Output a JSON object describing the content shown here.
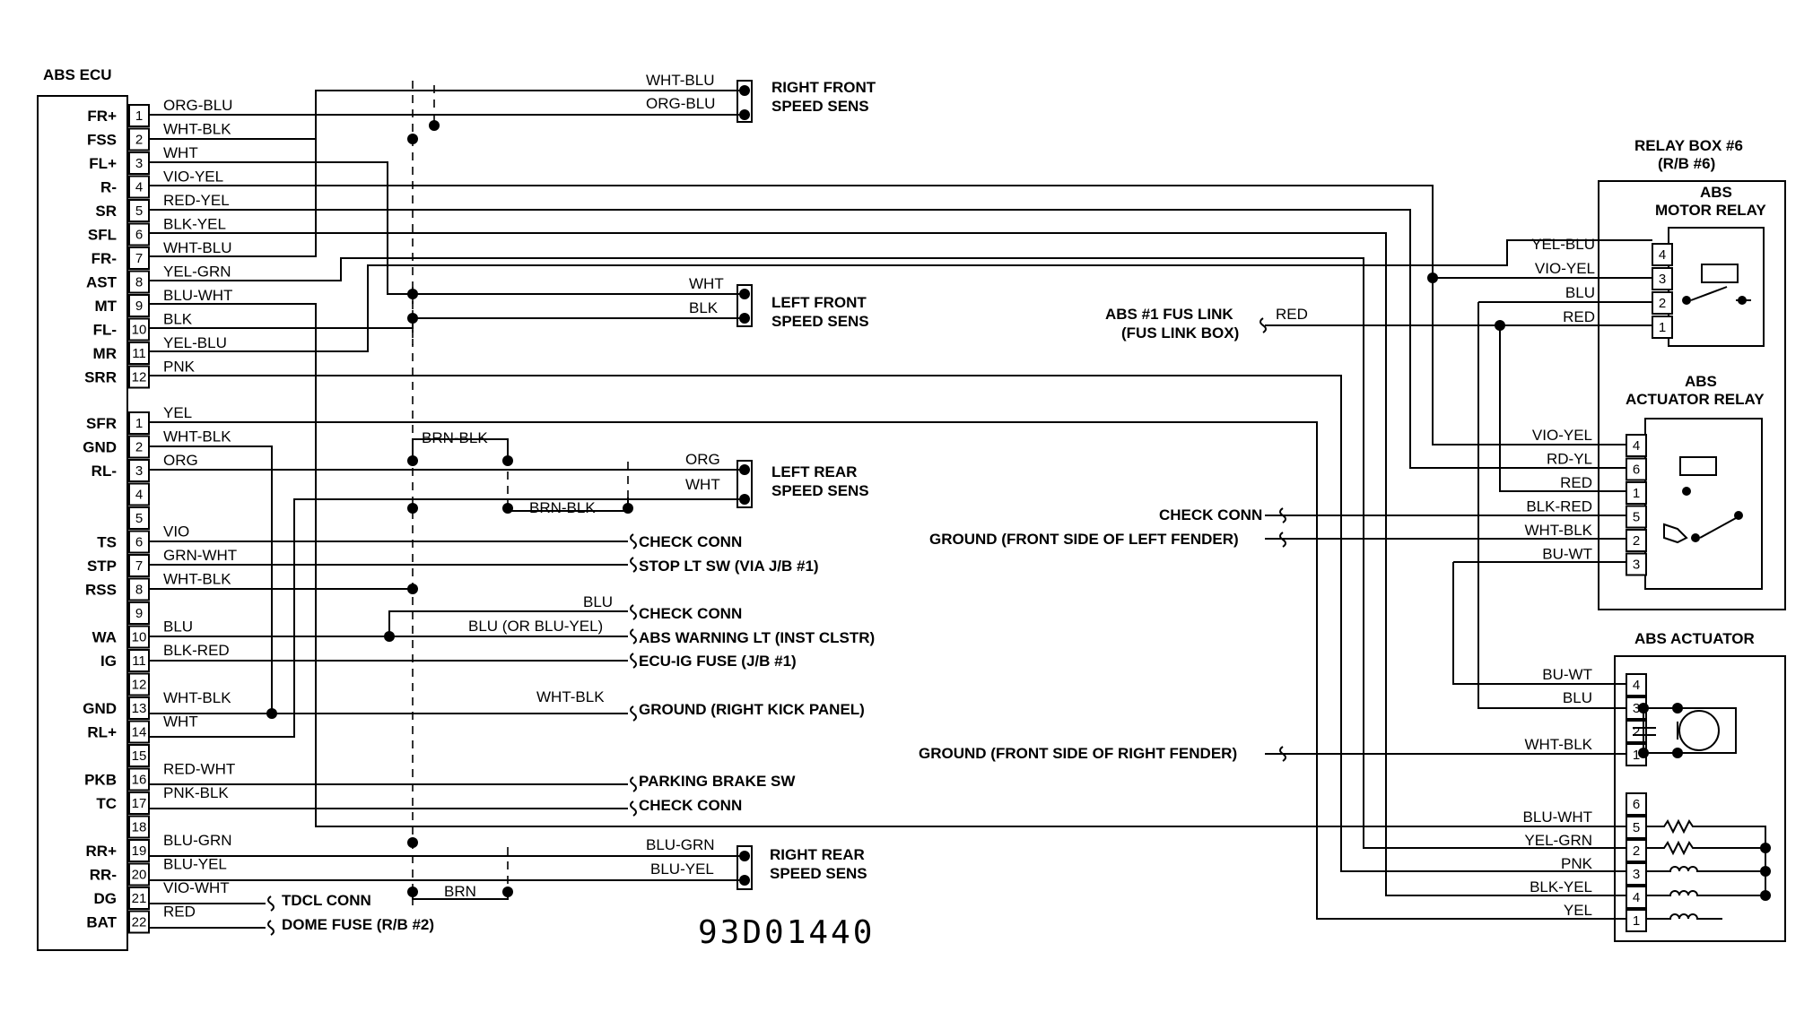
{
  "ecu": {
    "title": "ABS ECU",
    "connector_a": [
      {
        "pin": "1",
        "term": "FR+",
        "wire": "ORG-BLU"
      },
      {
        "pin": "2",
        "term": "FSS",
        "wire": "WHT-BLK"
      },
      {
        "pin": "3",
        "term": "FL+",
        "wire": "WHT"
      },
      {
        "pin": "4",
        "term": "R-",
        "wire": "VIO-YEL"
      },
      {
        "pin": "5",
        "term": "SR",
        "wire": "RED-YEL"
      },
      {
        "pin": "6",
        "term": "SFL",
        "wire": "BLK-YEL"
      },
      {
        "pin": "7",
        "term": "FR-",
        "wire": "WHT-BLU"
      },
      {
        "pin": "8",
        "term": "AST",
        "wire": "YEL-GRN"
      },
      {
        "pin": "9",
        "term": "MT",
        "wire": "BLU-WHT"
      },
      {
        "pin": "10",
        "term": "FL-",
        "wire": "BLK"
      },
      {
        "pin": "11",
        "term": "MR",
        "wire": "YEL-BLU"
      },
      {
        "pin": "12",
        "term": "SRR",
        "wire": "PNK"
      }
    ],
    "connector_b": [
      {
        "pin": "1",
        "term": "SFR",
        "wire": "YEL"
      },
      {
        "pin": "2",
        "term": "GND",
        "wire": "WHT-BLK"
      },
      {
        "pin": "3",
        "term": "RL-",
        "wire": "ORG"
      },
      {
        "pin": "4",
        "term": "",
        "wire": ""
      },
      {
        "pin": "5",
        "term": "",
        "wire": ""
      },
      {
        "pin": "6",
        "term": "TS",
        "wire": "VIO"
      },
      {
        "pin": "7",
        "term": "STP",
        "wire": "GRN-WHT"
      },
      {
        "pin": "8",
        "term": "RSS",
        "wire": "WHT-BLK"
      },
      {
        "pin": "9",
        "term": "",
        "wire": ""
      },
      {
        "pin": "10",
        "term": "WA",
        "wire": "BLU"
      },
      {
        "pin": "11",
        "term": "IG",
        "wire": "BLK-RED"
      },
      {
        "pin": "12",
        "term": "",
        "wire": ""
      },
      {
        "pin": "13",
        "term": "GND",
        "wire": "WHT-BLK"
      },
      {
        "pin": "14",
        "term": "RL+",
        "wire": "WHT"
      },
      {
        "pin": "15",
        "term": "",
        "wire": ""
      },
      {
        "pin": "16",
        "term": "PKB",
        "wire": "RED-WHT"
      },
      {
        "pin": "17",
        "term": "TC",
        "wire": "PNK-BLK"
      },
      {
        "pin": "18",
        "term": "",
        "wire": ""
      },
      {
        "pin": "19",
        "term": "RR+",
        "wire": "BLU-GRN"
      },
      {
        "pin": "20",
        "term": "RR-",
        "wire": "BLU-YEL"
      },
      {
        "pin": "21",
        "term": "DG",
        "wire": "VIO-WHT"
      },
      {
        "pin": "22",
        "term": "BAT",
        "wire": "RED"
      }
    ]
  },
  "sensors": {
    "right_front": {
      "line1": "RIGHT FRONT",
      "line2": "SPEED SENS",
      "wire_top": "WHT-BLU",
      "wire_bottom": "ORG-BLU"
    },
    "left_front": {
      "line1": "LEFT FRONT",
      "line2": "SPEED SENS",
      "wire_top": "WHT",
      "wire_bottom": "BLK"
    },
    "left_rear": {
      "line1": "LEFT REAR",
      "line2": "SPEED SENS",
      "wire_top": "ORG",
      "wire_bottom": "WHT",
      "shield_top": "BRN-BLK",
      "shield_bottom": "BRN-BLK"
    },
    "right_rear": {
      "line1": "RIGHT REAR",
      "line2": "SPEED SENS",
      "wire_top": "BLU-GRN",
      "wire_bottom": "BLU-YEL",
      "shield": "BRN"
    }
  },
  "destinations": {
    "check_conn_1": "CHECK CONN",
    "stop_lt_sw": "STOP LT SW (VIA J/B #1)",
    "check_conn_2": "CHECK CONN",
    "check_conn_2_wire": "BLU",
    "abs_warning": "ABS WARNING LT (INST CLSTR)",
    "abs_warning_wire": "BLU (OR BLU-YEL)",
    "ecu_ig_fuse": "ECU-IG FUSE (J/B #1)",
    "ground_kick": "GROUND (RIGHT KICK PANEL)",
    "ground_kick_wire": "WHT-BLK",
    "parking_brake": "PARKING BRAKE SW",
    "check_conn_3": "CHECK CONN",
    "tdcl_conn": "TDCL CONN",
    "dome_fuse": "DOME FUSE (R/B #2)"
  },
  "relay_box": {
    "title_line1": "RELAY BOX #6",
    "title_line2": "(R/B #6)",
    "motor_relay_line1": "ABS",
    "motor_relay_line2": "MOTOR RELAY",
    "motor_relay_pins": [
      {
        "pin": "4",
        "wire": "YEL-BLU"
      },
      {
        "pin": "3",
        "wire": "VIO-YEL"
      },
      {
        "pin": "2",
        "wire": "BLU"
      },
      {
        "pin": "1",
        "wire": "RED"
      }
    ],
    "actuator_relay_line1": "ABS",
    "actuator_relay_line2": "ACTUATOR RELAY",
    "actuator_relay_pins": [
      {
        "pin": "4",
        "wire": "VIO-YEL"
      },
      {
        "pin": "6",
        "wire": "RD-YL"
      },
      {
        "pin": "1",
        "wire": "RED"
      },
      {
        "pin": "5",
        "wire": "BLK-RED"
      },
      {
        "pin": "2",
        "wire": "WHT-BLK"
      },
      {
        "pin": "3",
        "wire": "BU-WT"
      }
    ]
  },
  "fuse_link": {
    "line1": "ABS #1 FUS LINK",
    "line2": "(FUS LINK BOX)",
    "wire": "RED"
  },
  "check_conn_right": "CHECK CONN",
  "ground_left_fender": "GROUND (FRONT SIDE OF LEFT FENDER)",
  "ground_right_fender": "GROUND (FRONT SIDE OF RIGHT FENDER)",
  "actuator": {
    "title": "ABS ACTUATOR",
    "motor_pins": [
      {
        "pin": "4",
        "wire": "BU-WT"
      },
      {
        "pin": "3",
        "wire": "BLU"
      },
      {
        "pin": "2",
        "wire": ""
      },
      {
        "pin": "1",
        "wire": "WHT-BLK"
      }
    ],
    "solenoid_pins": [
      {
        "pin": "6",
        "wire": ""
      },
      {
        "pin": "5",
        "wire": "BLU-WHT"
      },
      {
        "pin": "2",
        "wire": "YEL-GRN"
      },
      {
        "pin": "3",
        "wire": "PNK"
      },
      {
        "pin": "4",
        "wire": "BLK-YEL"
      },
      {
        "pin": "1",
        "wire": "YEL"
      }
    ]
  },
  "diagram_code": "93D01440"
}
